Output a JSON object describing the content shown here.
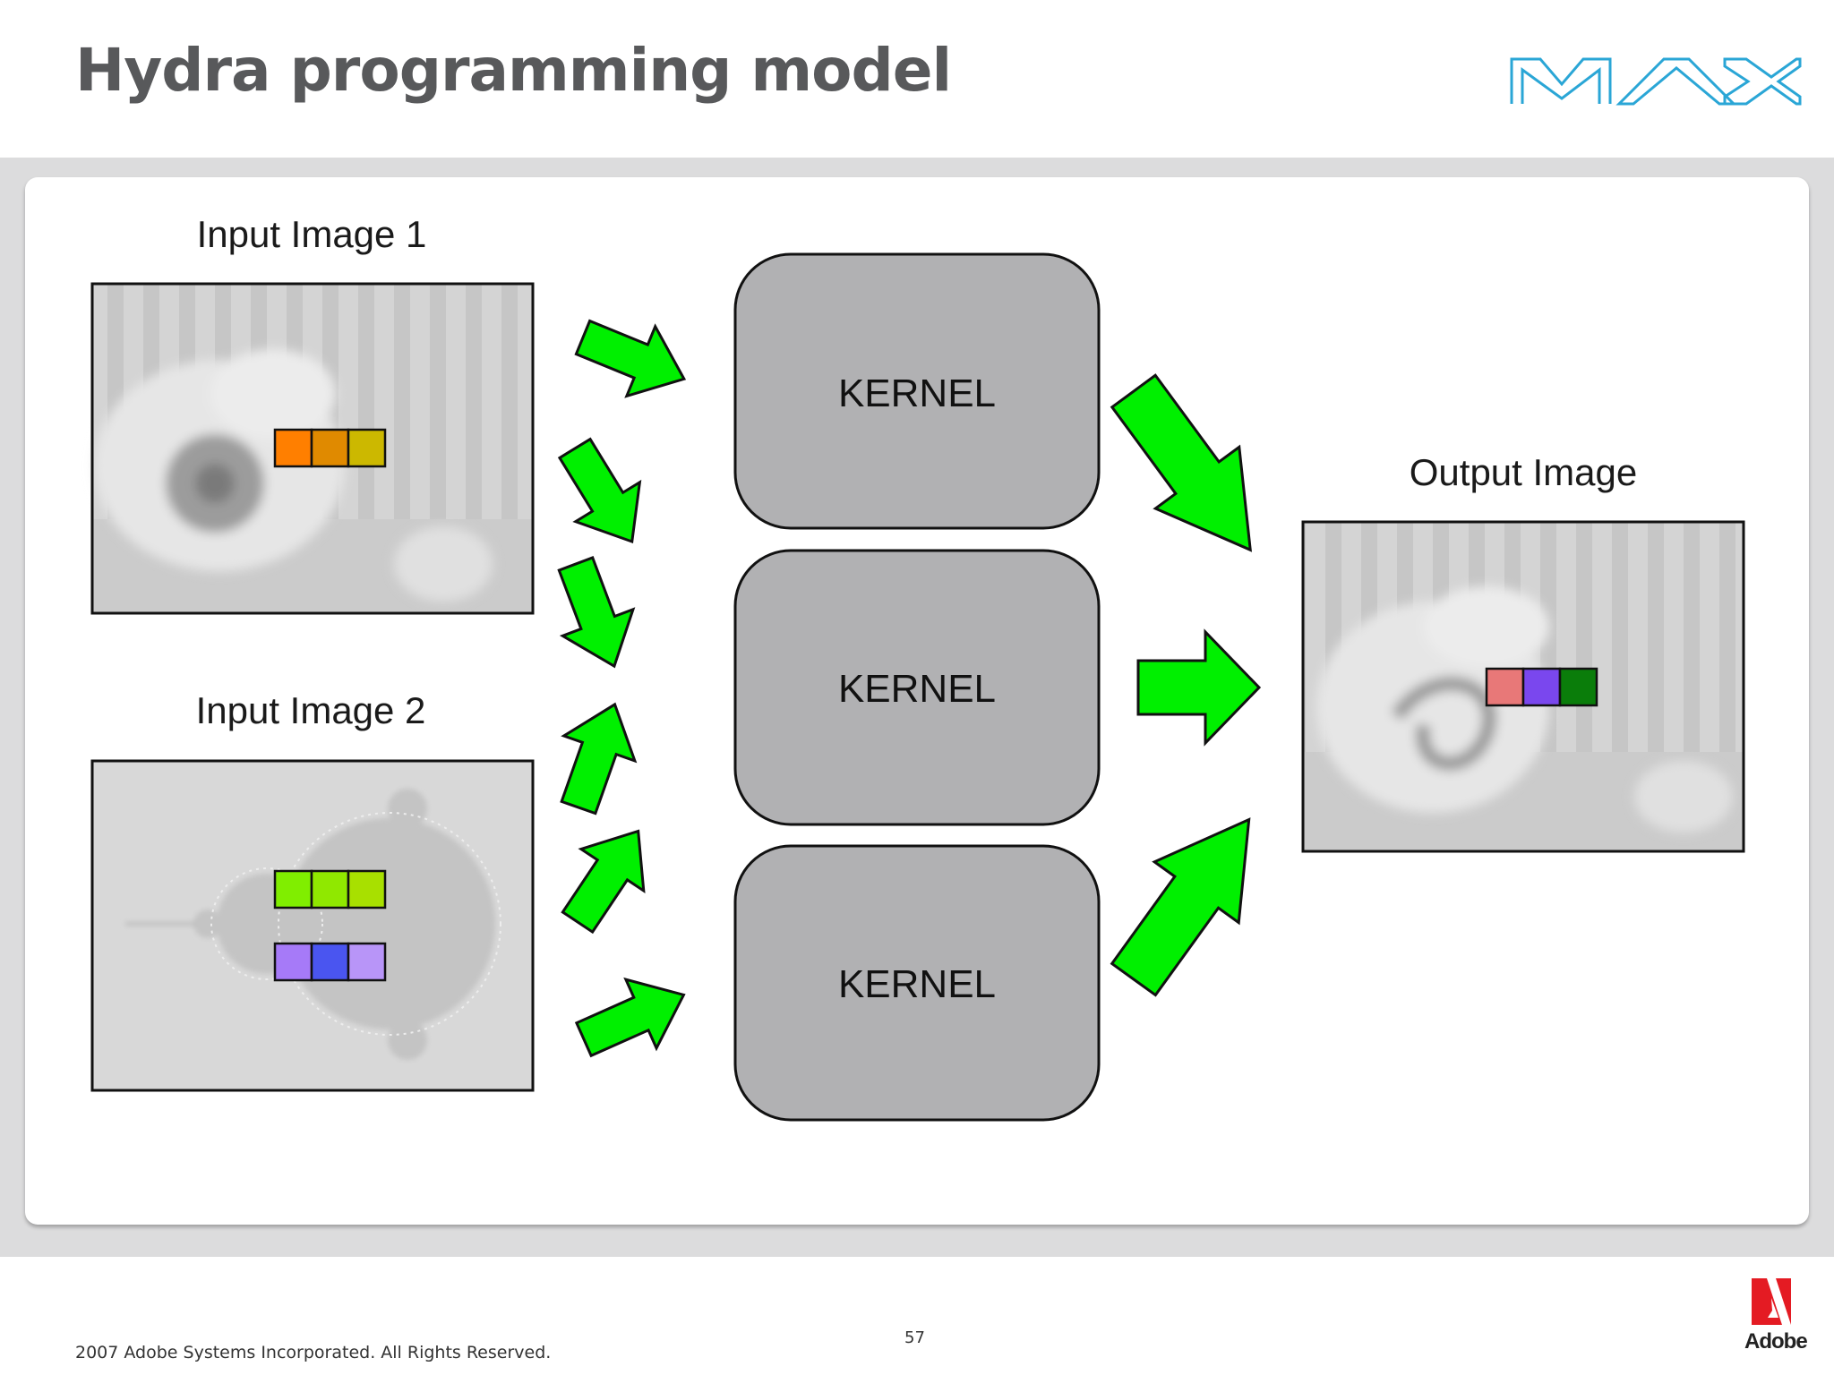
{
  "slide": {
    "title": "Hydra programming model",
    "brand_logo": "MAX",
    "footer_copyright": "2007 Adobe Systems Incorporated.  All Rights Reserved.",
    "page_number": "57",
    "company_logo_text": "Adobe"
  },
  "diagram": {
    "input_1": {
      "label": "Input Image 1",
      "picture": "grayscale pansy flower photo",
      "pixel_colors": [
        "#ff7f00",
        "#e08a00",
        "#ccb800"
      ]
    },
    "input_2": {
      "label": "Input Image 2",
      "picture": "grayscale mandelbrot fractal",
      "pixel_rows": [
        [
          "#80ee00",
          "#90e800",
          "#a8e000"
        ],
        [
          "#a67af8",
          "#4a55f0",
          "#b895f8"
        ]
      ]
    },
    "kernels": [
      {
        "label": "KERNEL"
      },
      {
        "label": "KERNEL"
      },
      {
        "label": "KERNEL"
      }
    ],
    "output": {
      "label": "Output Image",
      "picture": "grayscale swirled pansy photo",
      "pixel_colors": [
        "#e87878",
        "#7a47ee",
        "#0a7d0a"
      ]
    },
    "arrow_color": "#00f000",
    "kernel_color": "#b1b1b3"
  }
}
